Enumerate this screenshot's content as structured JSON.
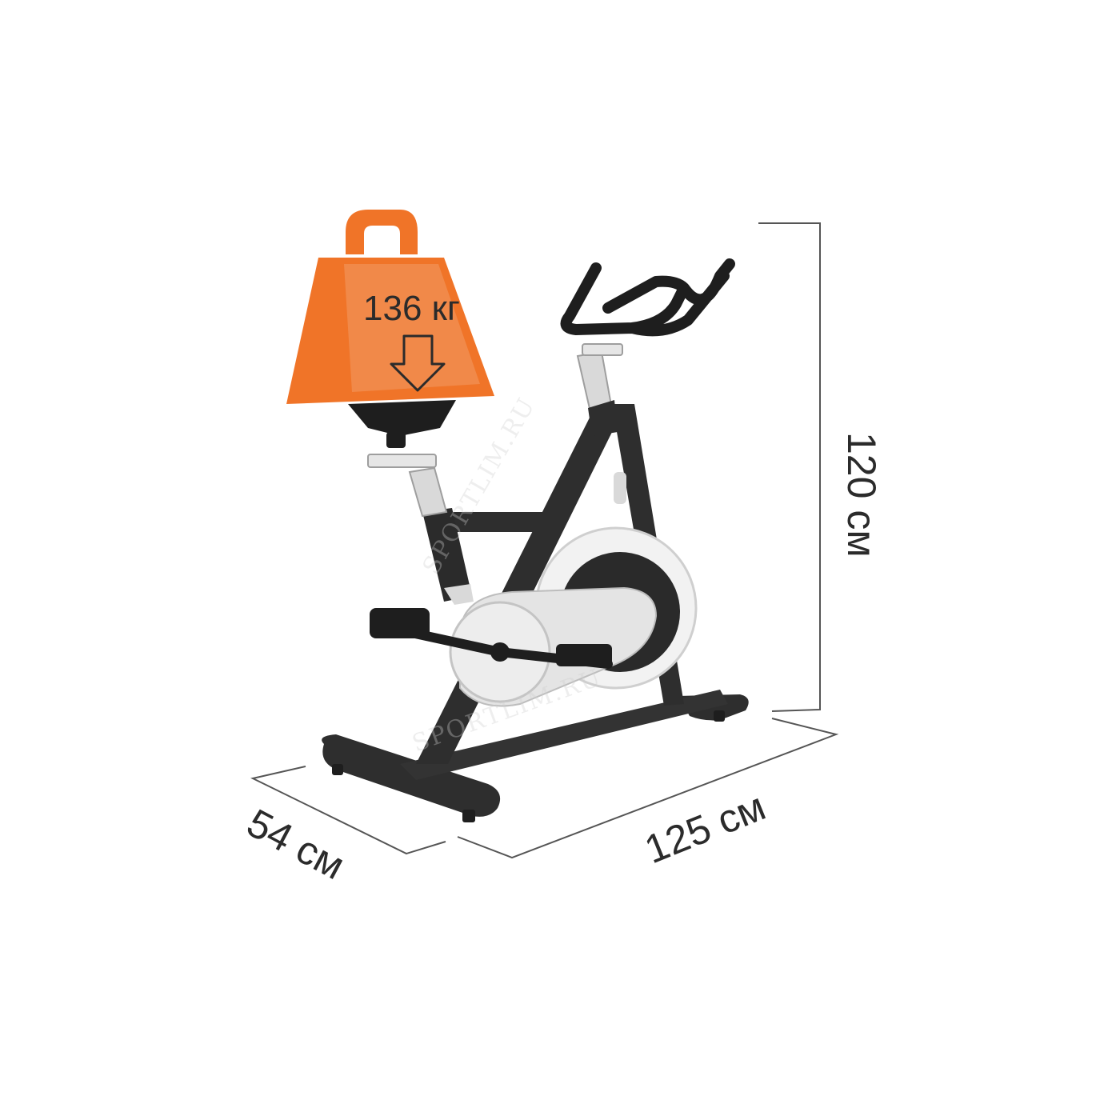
{
  "weight": {
    "label": "136 кг",
    "color": "#f07428"
  },
  "dimensions": {
    "height": "120 см",
    "length": "125 см",
    "width": "54 см"
  },
  "watermark": "SPORTLIM.RU",
  "colors": {
    "frame": "#2e2e2e",
    "chrome": "#d9d9d9",
    "line": "#555555"
  }
}
